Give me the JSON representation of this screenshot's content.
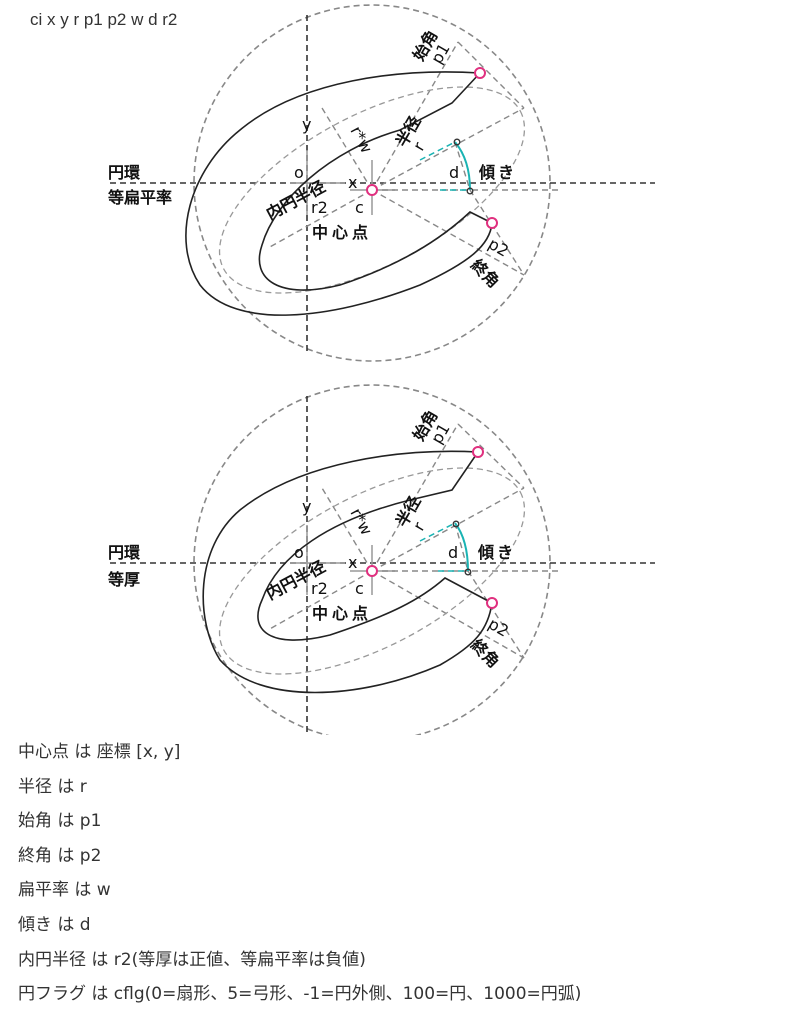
{
  "header": {
    "signature": "ci x y r p1 p2 w d r2"
  },
  "colors": {
    "ring_stroke": "#222222",
    "guide_dash": "#888888",
    "axis_dash": "#333333",
    "marker": "#e0307f",
    "tilt_arc": "#1ab3b3"
  },
  "diagrams": [
    {
      "side_label_1": "円環",
      "side_label_2": "等扁平率",
      "labels": {
        "start_angle": "始角",
        "p1": "p1",
        "radius": "半径",
        "r": "r",
        "rw": "r*w",
        "y": "y",
        "o": "o",
        "x": "x",
        "c": "c",
        "inner_radius": "内円半径",
        "r2": "r2",
        "center": "中心点",
        "d": "d",
        "tilt": "傾き",
        "p2": "p2",
        "end_angle": "終角"
      }
    },
    {
      "side_label_1": "円環",
      "side_label_2": "等厚",
      "labels": {
        "start_angle": "始角",
        "p1": "p1",
        "radius": "半径",
        "r": "r",
        "rw": "r*w",
        "y": "y",
        "o": "o",
        "x": "x",
        "c": "c",
        "inner_radius": "内円半径",
        "r2": "r2",
        "center": "中心点",
        "d": "d",
        "tilt": "傾き",
        "p2": "p2",
        "end_angle": "終角"
      }
    }
  ],
  "legend": [
    "中心点 は 座標 [x, y]",
    "半径 は r",
    "始角 は p1",
    "終角 は p2",
    "扁平率 は w",
    "傾き は d",
    "内円半径 は r2(等厚は正値、等扁平率は負値)",
    "円フラグ は cflg(0=扇形、5=弓形、-1=円外側、100=円、1000=円弧)"
  ]
}
